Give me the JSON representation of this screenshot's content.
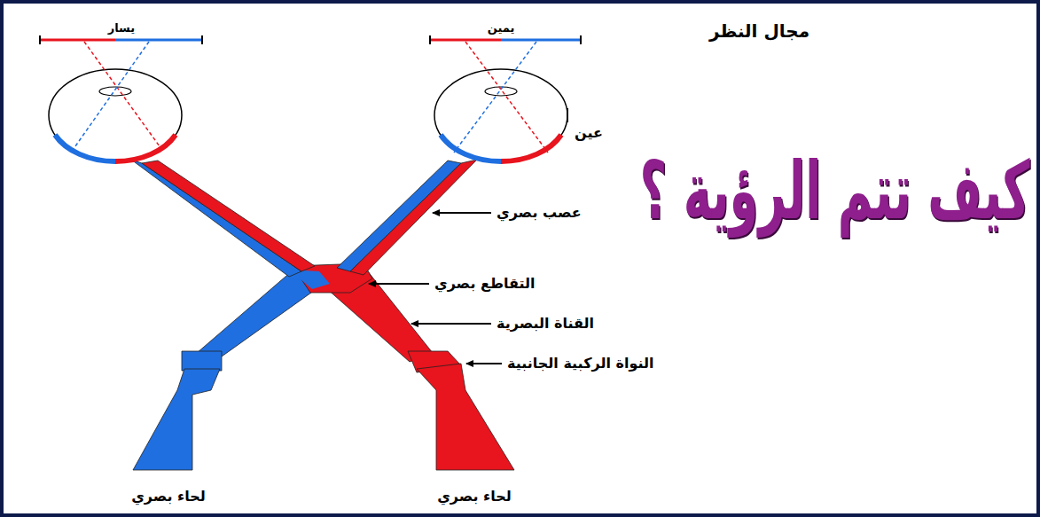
{
  "diagram": {
    "title": "كيف تتم الرؤية ؟",
    "labels": [
      "مجال النظر",
      "يسار",
      "يمين",
      "عين",
      "عصب بصري",
      "التقاطع بصري",
      "القناة البصرية",
      "النواة الركبية الجانبية",
      "لحاء بصري",
      "لحاء بصري"
    ]
  }
}
